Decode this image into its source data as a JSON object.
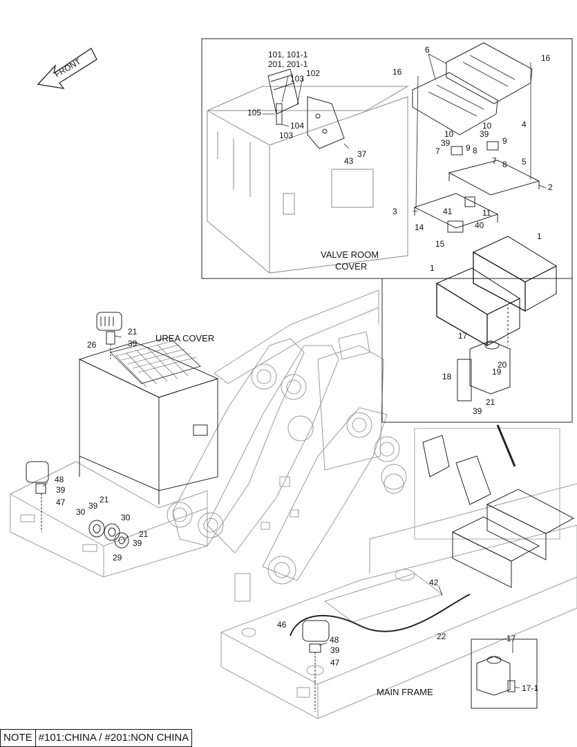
{
  "front_arrow": "FRONT",
  "regions": {
    "valve_room_cover": [
      "VALVE ROOM",
      "COVER"
    ],
    "urea_cover": "UREA COVER",
    "main_frame": "MAIN FRAME"
  },
  "callouts": {
    "c101": "101, 101-1",
    "c201": "201, 201-1",
    "c103a": "103",
    "c102": "102",
    "c105": "105",
    "c104": "104",
    "c103b": "103",
    "c37": "37",
    "c43": "43",
    "c6": "6",
    "c16a": "16",
    "c16b": "16",
    "c10a": "10",
    "c39a": "39",
    "c7a": "7",
    "c9a": "9",
    "c8a": "8",
    "c10b": "10",
    "c39b": "39",
    "c4": "4",
    "c9b": "9",
    "c7b": "7",
    "c8b": "8",
    "c5": "5",
    "c2": "2",
    "c41": "41",
    "c3": "3",
    "c11": "11",
    "c14": "14",
    "c40": "40",
    "c15": "15",
    "c1a": "1",
    "c1b": "1",
    "c17a": "17",
    "c20": "20",
    "c19": "19",
    "c18": "18",
    "c21a": "21",
    "c39c": "39",
    "c21b": "21",
    "c26": "26",
    "c39d": "39",
    "c48a": "48",
    "c39e": "39",
    "c47a": "47",
    "c21c": "21",
    "c30a": "30",
    "c39f": "39",
    "c30b": "30",
    "c21d": "21",
    "c39g": "39",
    "c29": "29",
    "c42": "42",
    "c22": "22",
    "c46": "46",
    "c48b": "48",
    "c39h": "39",
    "c47b": "47",
    "c17b": "17",
    "c17_1": "17-1"
  },
  "note": {
    "label": "NOTE",
    "text": "#101:CHINA / #201:NON CHINA"
  }
}
